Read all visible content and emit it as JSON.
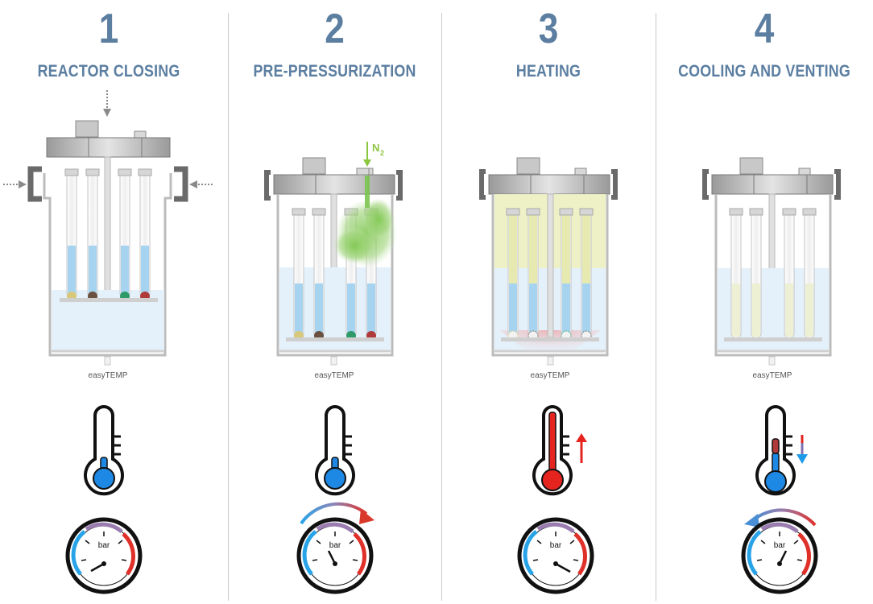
{
  "steps": [
    {
      "number": "1",
      "title": "REACTOR CLOSING"
    },
    {
      "number": "2",
      "title": "PRE-PRESSURIZATION"
    },
    {
      "number": "3",
      "title": "HEATING"
    },
    {
      "number": "4",
      "title": "COOLING AND VENTING"
    }
  ],
  "device_label": "easyTEMP",
  "gas_label": "N",
  "gas_subscript": "2",
  "gauge_unit": "bar",
  "colors": {
    "heading": "#5b7ea1",
    "cold": "#1e88e5",
    "hot": "#e52420",
    "nitrogen": "#8cc63f",
    "liquid": "#a6d4f0"
  }
}
